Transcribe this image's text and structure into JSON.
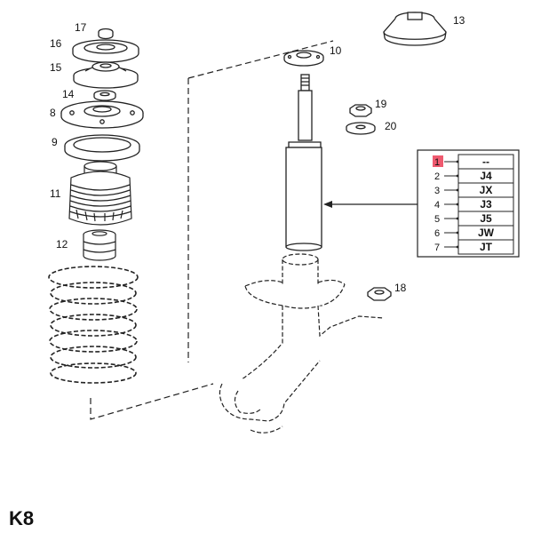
{
  "page_code": "K8",
  "highlight_color": "#ef5a6f",
  "callouts": {
    "c10": "10",
    "c13": "13",
    "c19": "19",
    "c20": "20",
    "c17": "17",
    "c16": "16",
    "c15": "15",
    "c14": "14",
    "c8": "8",
    "c9": "9",
    "c11": "11",
    "c12": "12",
    "c18": "18"
  },
  "code_table": {
    "rows": [
      {
        "index": "1",
        "code": "--",
        "highlighted": true
      },
      {
        "index": "2",
        "code": "J4"
      },
      {
        "index": "3",
        "code": "JX"
      },
      {
        "index": "4",
        "code": "J3"
      },
      {
        "index": "5",
        "code": "J5"
      },
      {
        "index": "6",
        "code": "JW"
      },
      {
        "index": "7",
        "code": "JT"
      }
    ]
  }
}
